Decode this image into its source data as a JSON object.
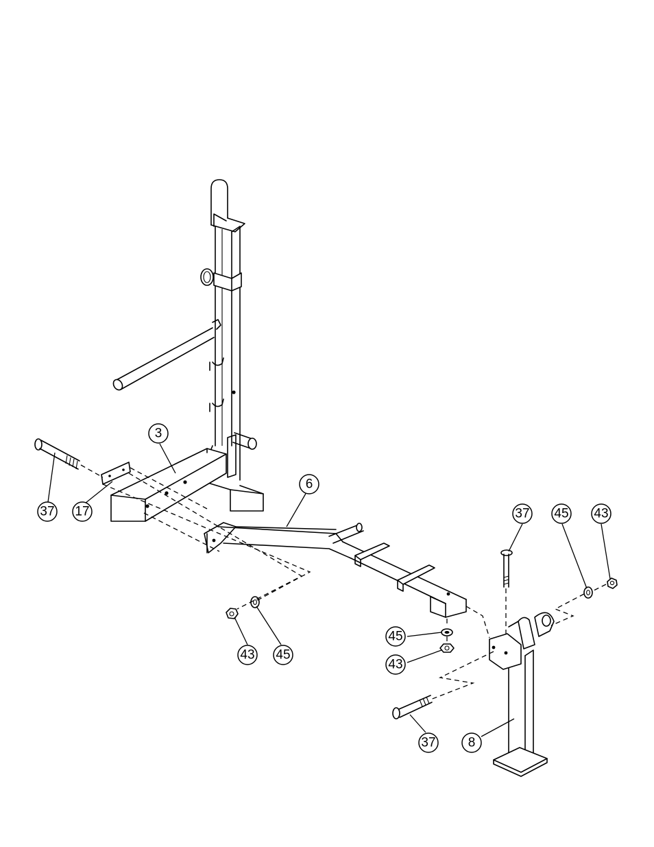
{
  "callouts": [
    {
      "id": "c3",
      "label": "3"
    },
    {
      "id": "c37a",
      "label": "37"
    },
    {
      "id": "c17",
      "label": "17"
    },
    {
      "id": "c6",
      "label": "6"
    },
    {
      "id": "c37b",
      "label": "37"
    },
    {
      "id": "c45a",
      "label": "45"
    },
    {
      "id": "c43a",
      "label": "43"
    },
    {
      "id": "c43b",
      "label": "43"
    },
    {
      "id": "c45b",
      "label": "45"
    },
    {
      "id": "c45c",
      "label": "45"
    },
    {
      "id": "c43c",
      "label": "43"
    },
    {
      "id": "c37c",
      "label": "37"
    },
    {
      "id": "c8",
      "label": "8"
    }
  ]
}
